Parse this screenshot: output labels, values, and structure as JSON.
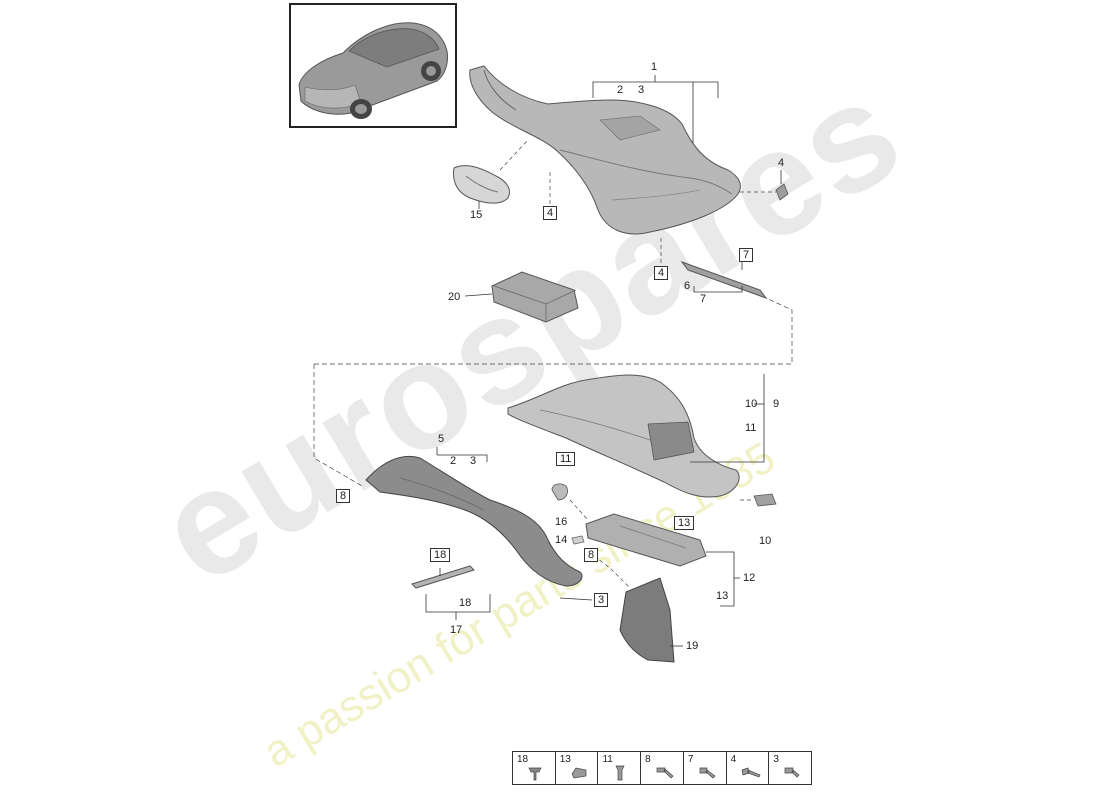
{
  "watermark": {
    "brand": "eurospares",
    "tagline": "a passion for parts since 1985"
  },
  "callouts": {
    "c1": "1",
    "c2a": "2",
    "c3a": "3",
    "c4top": "4",
    "c4b1": "4",
    "c4b2": "4",
    "c15": "15",
    "c20": "20",
    "c7a": "7",
    "c6": "6",
    "c7b": "7",
    "c10a": "10",
    "c9": "9",
    "c11a": "11",
    "c11b": "11",
    "c5": "5",
    "c2b": "2",
    "c3b": "3",
    "c8a": "8",
    "c16": "16",
    "c10b": "10",
    "c13a": "13",
    "c14": "14",
    "c8b": "8",
    "c12": "12",
    "c13b": "13",
    "c18a": "18",
    "c18b": "18",
    "c17": "17",
    "c3c": "3",
    "c19": "19"
  },
  "legend": {
    "cells": [
      "18",
      "13",
      "11",
      "8",
      "7",
      "4",
      "3"
    ]
  }
}
